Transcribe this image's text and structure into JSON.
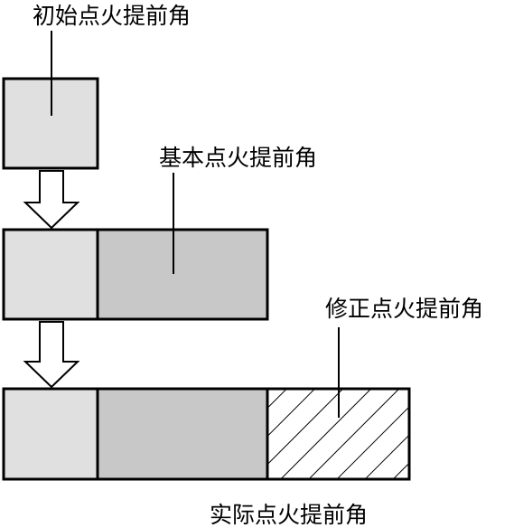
{
  "labels": {
    "initial": "初始点火提前角",
    "basic": "基本点火提前角",
    "correction": "修正点火提前角",
    "actual": "实际点火提前角"
  },
  "colors": {
    "stroke": "#000000",
    "light_fill": "#e0e0e0",
    "medium_fill": "#c8c8c8",
    "hatch_fill": "#ffffff",
    "arrow_fill": "#ffffff",
    "background": "#ffffff"
  }
}
